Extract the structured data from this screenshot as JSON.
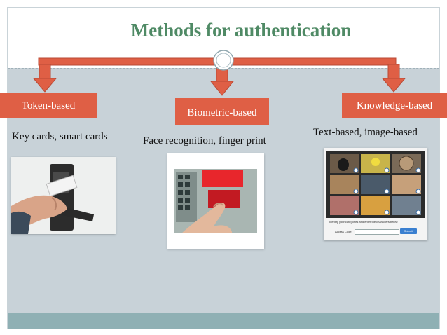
{
  "title": "Methods for authentication",
  "methods": [
    {
      "label": "Token-based",
      "description": "Key  cards, smart cards"
    },
    {
      "label": "Biometric-based",
      "description": "Face recognition, finger print"
    },
    {
      "label": "Knowledge-based",
      "description": "Text-based, image-based"
    }
  ],
  "captcha": {
    "instruction": "Identify your categories and enter the characters below.",
    "access_label": "Access Code:",
    "submit_label": "Submit"
  },
  "colors": {
    "title": "#4f8a65",
    "box": "#df5f45",
    "background": "#c8d2d8",
    "footer": "#8fb0b4"
  }
}
